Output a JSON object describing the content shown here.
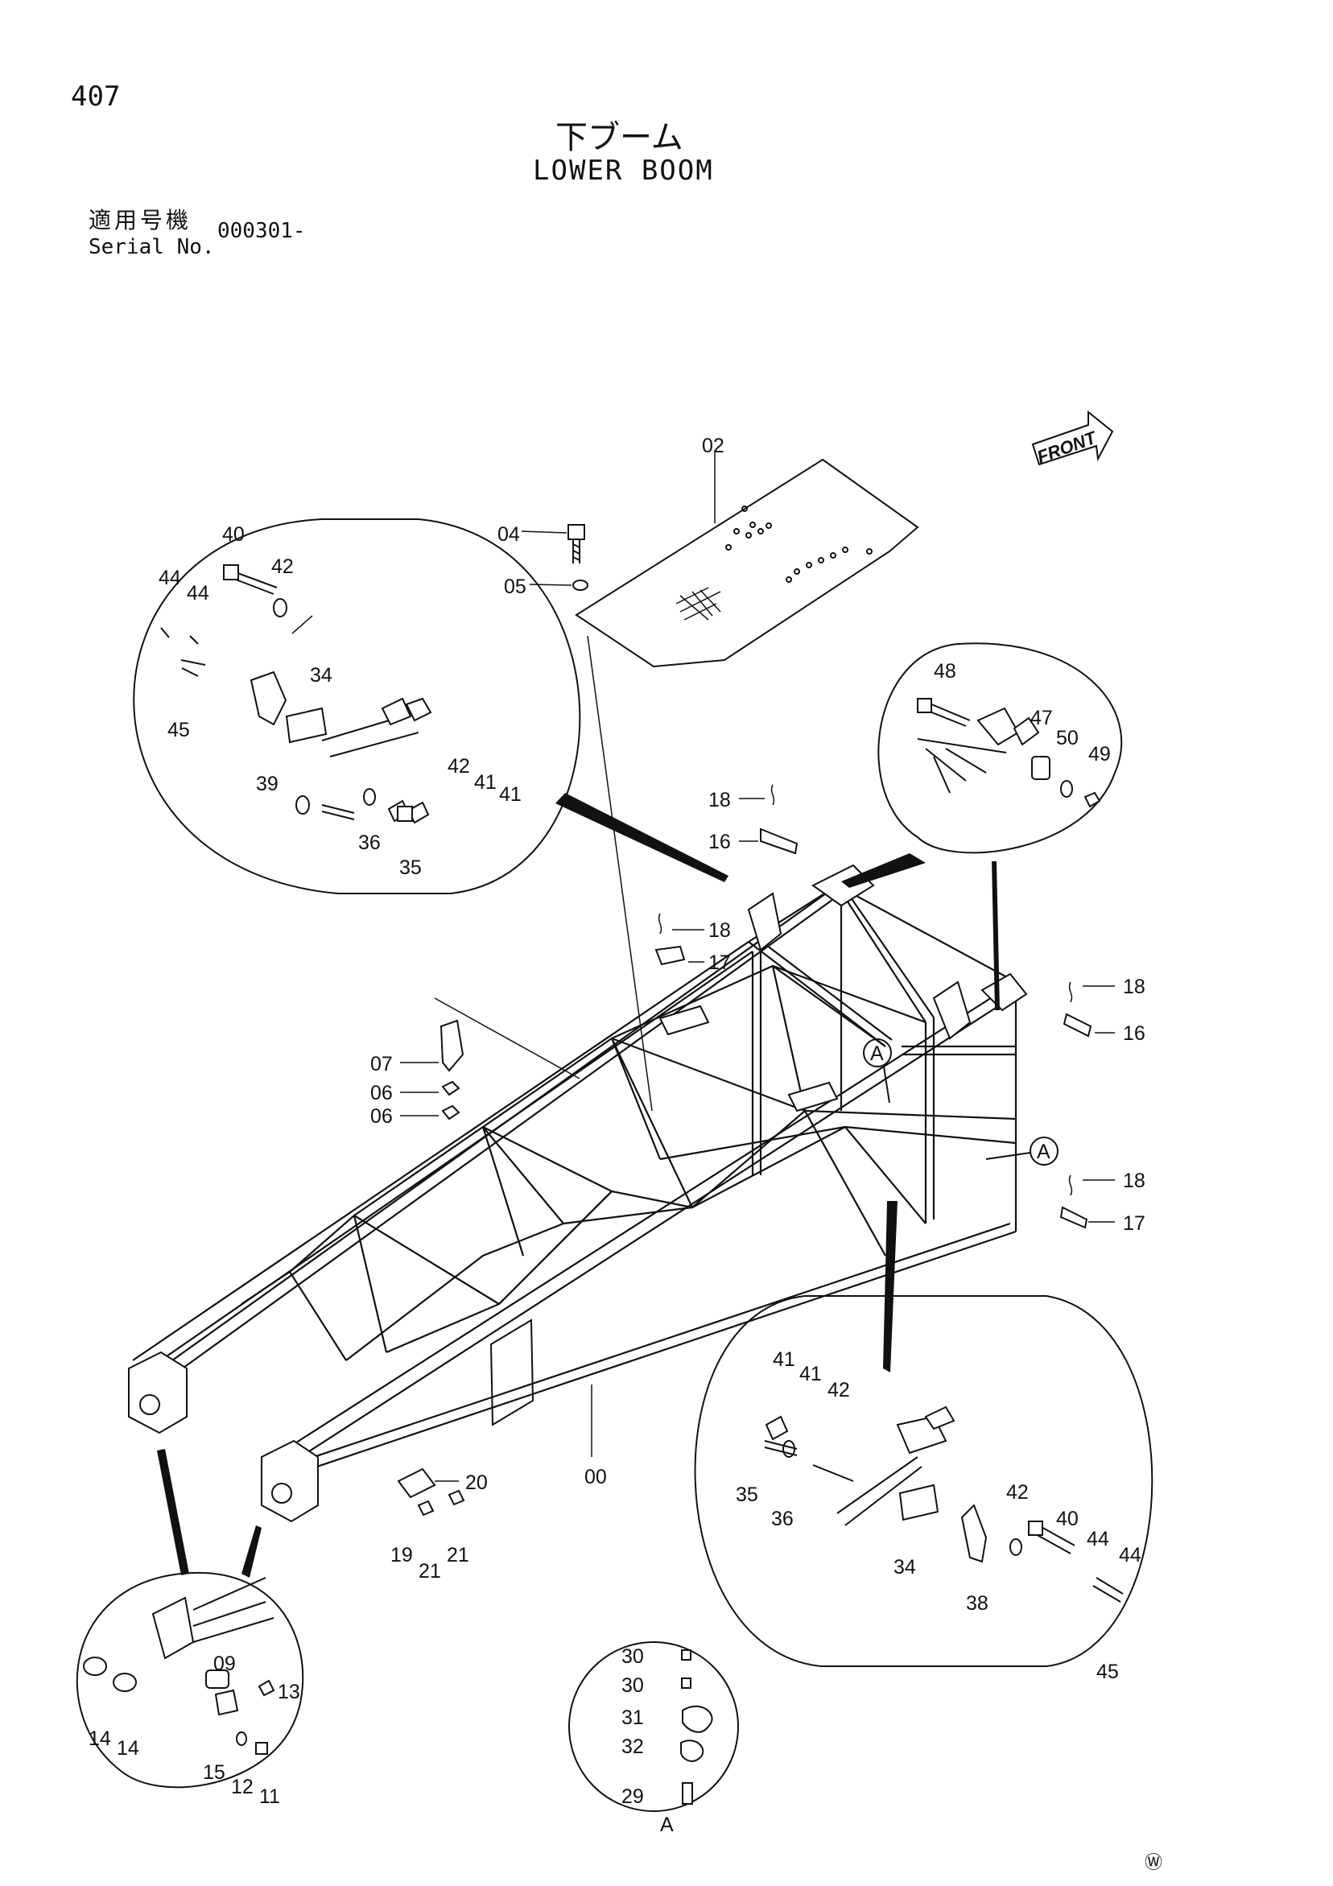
{
  "page_number": "407",
  "title_jp": "下ブーム",
  "title_en": "LOWER BOOM",
  "serial_label_jp": "適用号機",
  "serial_label_en": "Serial No.",
  "serial_value": "000301-",
  "front_label": "FRONT",
  "corner_mark": "W",
  "view_mark": "A",
  "parts": {
    "p00": "00",
    "p02": "02",
    "p04": "04",
    "p05": "05",
    "p06": "06",
    "p07": "07",
    "p09": "09",
    "p11": "11",
    "p12": "12",
    "p13": "13",
    "p14": "14",
    "p15": "15",
    "p16": "16",
    "p17": "17",
    "p18": "18",
    "p19": "19",
    "p20": "20",
    "p21": "21",
    "p29": "29",
    "p30": "30",
    "p31": "31",
    "p32": "32",
    "p34": "34",
    "p35": "35",
    "p36": "36",
    "p38": "38",
    "p39": "39",
    "p40": "40",
    "p41": "41",
    "p42": "42",
    "p44": "44",
    "p45": "45",
    "p47": "47",
    "p48": "48",
    "p49": "49",
    "p50": "50"
  }
}
